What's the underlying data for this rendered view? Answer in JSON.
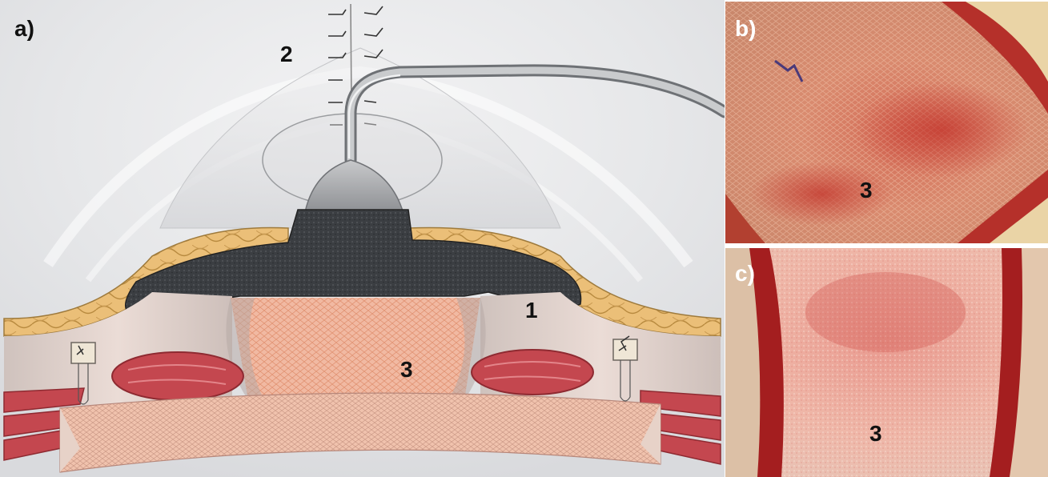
{
  "figure": {
    "panels": [
      {
        "letter": "a)",
        "numbers": {
          "one": "1",
          "two": "2",
          "three": "3"
        }
      },
      {
        "letter": "b)",
        "number": "3"
      },
      {
        "letter": "c)",
        "number": "3"
      }
    ],
    "colors": {
      "sponge": "#3a3d41",
      "fat": "#e7b970",
      "muscle": "#c74b52",
      "mesh": "#f0b9a3",
      "tissue_red": "#c62f2c",
      "background": "#e3e4e6"
    }
  }
}
